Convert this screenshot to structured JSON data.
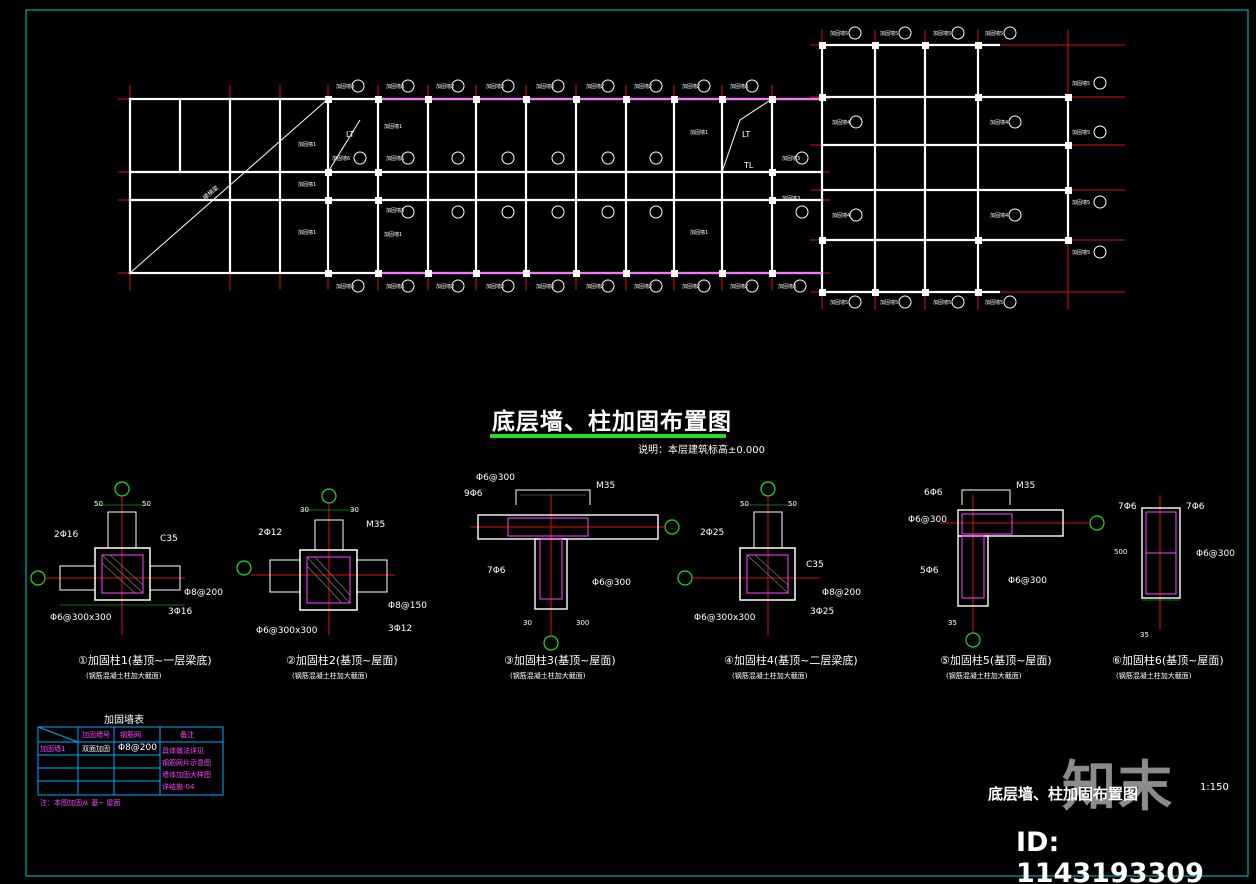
{
  "drawing": {
    "title": "底层墙、柱加固布置图",
    "subtitle": "说明：本层建筑标高±0.000",
    "titleblock_title": "底层墙、柱加固布置图",
    "titleblock_scale": "1:150",
    "drawing_id": "ID: 1143193309",
    "logo": "知末"
  },
  "plan_labels": {
    "lt1": "LT",
    "lt2": "LT",
    "tl": "TL"
  },
  "details": [
    {
      "caption": "①加固柱1(基顶~一层梁底)",
      "note": "(钢筋混凝土柱加大截面)"
    },
    {
      "caption": "②加固柱2(基顶~屋面)",
      "note": "(钢筋混凝土柱加大截面)"
    },
    {
      "caption": "③加固柱3(基顶~屋面)",
      "note": "(钢筋混凝土柱加大截面)"
    },
    {
      "caption": "④加固柱4(基顶~二层梁底)",
      "note": "(钢筋混凝土柱加大截面)"
    },
    {
      "caption": "⑤加固柱5(基顶~屋面)",
      "note": "(钢筋混凝土柱加大截面)"
    },
    {
      "caption": "⑥加固柱6(基顶~屋面)",
      "note": "(钢筋混凝土柱加大截面)"
    }
  ],
  "detail_labels": {
    "d1_top_l": "50",
    "d1_top_r": "50",
    "d1_c35": "C35",
    "d1_bars": "2Φ16",
    "d1_stirrup": "Φ8@200",
    "d1_a": "3Φ16",
    "d1_b": "Φ6@300x300",
    "d2_top_l": "30",
    "d2_top_r": "30",
    "d2_m35": "M35",
    "d2_bars": "2Φ12",
    "d2_stirrup": "Φ8@150",
    "d2_a": "3Φ12",
    "d2_b": "Φ6@300x300",
    "d3_a": "Φ6@300",
    "d3_b": "9Φ6",
    "d3_m35": "M35",
    "d3_c": "7Φ6",
    "d3_d": "Φ6@300",
    "d3_e": "300",
    "d3_f": "30",
    "d4_top_l": "50",
    "d4_top_r": "50",
    "d4_c35": "C35",
    "d4_bars": "2Φ25",
    "d4_stirrup": "Φ8@200",
    "d4_a": "3Φ25",
    "d4_b": "Φ6@300x300",
    "d5_a": "6Φ6",
    "d5_b": "Φ6@300",
    "d5_m35": "M35",
    "d5_c": "5Φ6",
    "d5_d": "Φ6@300",
    "d5_e": "35",
    "d6_a": "7Φ6",
    "d6_b": "7Φ6",
    "d6_c": "Φ6@300",
    "d6_d": "500",
    "d6_e": "35"
  },
  "table": {
    "title": "加固墙表",
    "headers": [
      "加固墙号",
      "钢筋网",
      "备注"
    ],
    "row1": [
      "加固墙1",
      "双面加固",
      "Φ8@200"
    ],
    "remarks": [
      "具体做法详见",
      "钢筋网片示意图",
      "墙体加固大样图",
      "详结施-04"
    ],
    "footnote": "注：本图加固从 基~ 屋面"
  }
}
